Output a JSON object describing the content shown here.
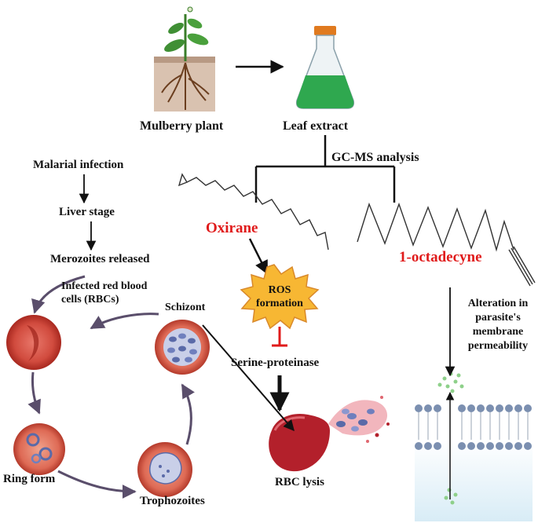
{
  "top": {
    "plant_label": "Mulberry plant",
    "extract_label": "Leaf extract",
    "analysis_label": "GC-MS analysis"
  },
  "compounds": {
    "oxirane": "Oxirane",
    "octadecyne": "1-octadecyne"
  },
  "pathway": {
    "ros_line1": "ROS",
    "ros_line2": "formation",
    "serine": "Serine-proteinase",
    "lysis": "RBC lysis"
  },
  "membrane": {
    "line1": "Alteration in",
    "line2": "parasite's",
    "line3": "membrane",
    "line4": "permeability"
  },
  "lifecycle": {
    "malarial": "Malarial infection",
    "liver": "Liver stage",
    "merozoites": "Merozoites released",
    "infected_line1": "Infected red blood",
    "infected_line2": "cells (RBCs)",
    "schizont": "Schizont",
    "ring": "Ring form",
    "trophozoites": "Trophozoites"
  },
  "colors": {
    "red_label": "#e01b1b",
    "rbc": "#c0392b",
    "flask_liquid": "#2fa84f",
    "cap": "#e07a1f",
    "ros_burst": "#f7b733",
    "arrow": "#111111",
    "cycle_arrow": "#5a4e6b"
  }
}
